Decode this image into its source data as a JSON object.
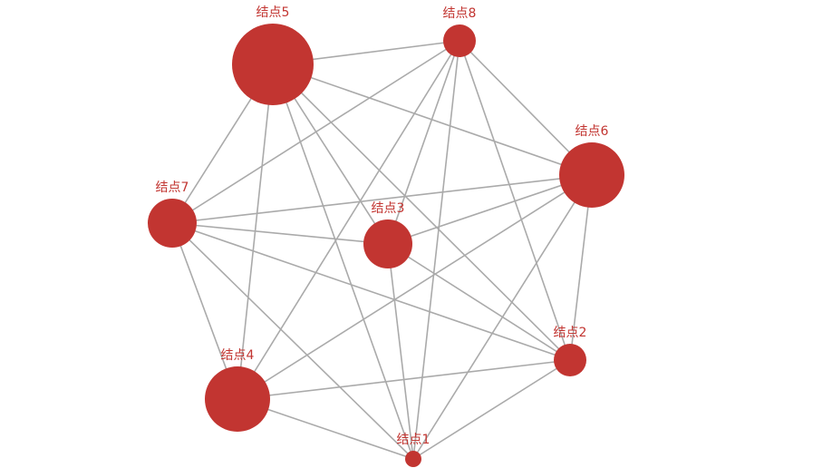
{
  "graph": {
    "node_color": "#c23531",
    "edge_color": "#aaaaaa",
    "nodes": [
      {
        "id": "1",
        "label": "结点1"
      },
      {
        "id": "2",
        "label": "结点2"
      },
      {
        "id": "3",
        "label": "结点3"
      },
      {
        "id": "4",
        "label": "结点4"
      },
      {
        "id": "5",
        "label": "结点5"
      },
      {
        "id": "6",
        "label": "结点6"
      },
      {
        "id": "7",
        "label": "结点7"
      },
      {
        "id": "8",
        "label": "结点8"
      }
    ],
    "edges": [
      [
        "5",
        "8"
      ],
      [
        "5",
        "6"
      ],
      [
        "5",
        "7"
      ],
      [
        "5",
        "4"
      ],
      [
        "5",
        "3"
      ],
      [
        "5",
        "1"
      ],
      [
        "5",
        "2"
      ],
      [
        "8",
        "7"
      ],
      [
        "8",
        "4"
      ],
      [
        "8",
        "3"
      ],
      [
        "8",
        "1"
      ],
      [
        "8",
        "2"
      ],
      [
        "8",
        "6"
      ],
      [
        "6",
        "7"
      ],
      [
        "6",
        "3"
      ],
      [
        "6",
        "4"
      ],
      [
        "6",
        "2"
      ],
      [
        "6",
        "1"
      ],
      [
        "7",
        "3"
      ],
      [
        "7",
        "4"
      ],
      [
        "7",
        "2"
      ],
      [
        "7",
        "1"
      ],
      [
        "3",
        "1"
      ],
      [
        "3",
        "2"
      ],
      [
        "4",
        "2"
      ],
      [
        "4",
        "1"
      ],
      [
        "1",
        "2"
      ]
    ]
  }
}
